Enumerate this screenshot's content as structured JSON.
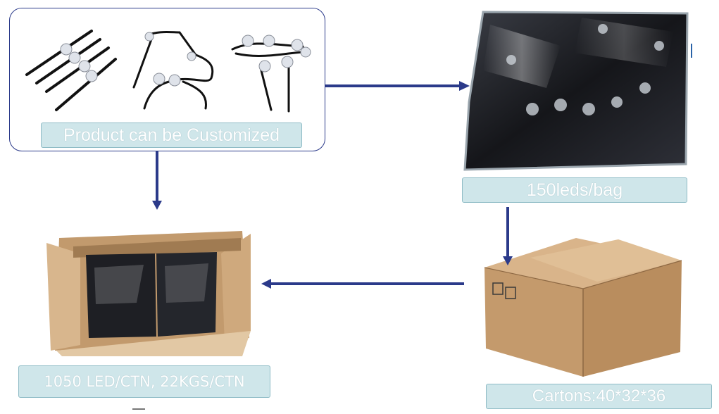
{
  "labels": {
    "product": "Product can be Customized",
    "bag": "150leds/bag",
    "carton": "Cartons:40*32*36",
    "packing": "1050 LED/CTN, 22KGS/CTN"
  },
  "colors": {
    "arrow": "#2b3a8a",
    "panel_border": "#2b3a8a",
    "label_fill": "#cfe6ea",
    "label_border": "#8fbcc6",
    "label_text": "#ffffff",
    "cardboard": "#c8a074",
    "bag_dark": "#1c1d22"
  },
  "icons": {
    "arrow_right": "arrow-right-icon",
    "arrow_down": "arrow-down-icon",
    "arrow_left": "arrow-left-icon"
  }
}
